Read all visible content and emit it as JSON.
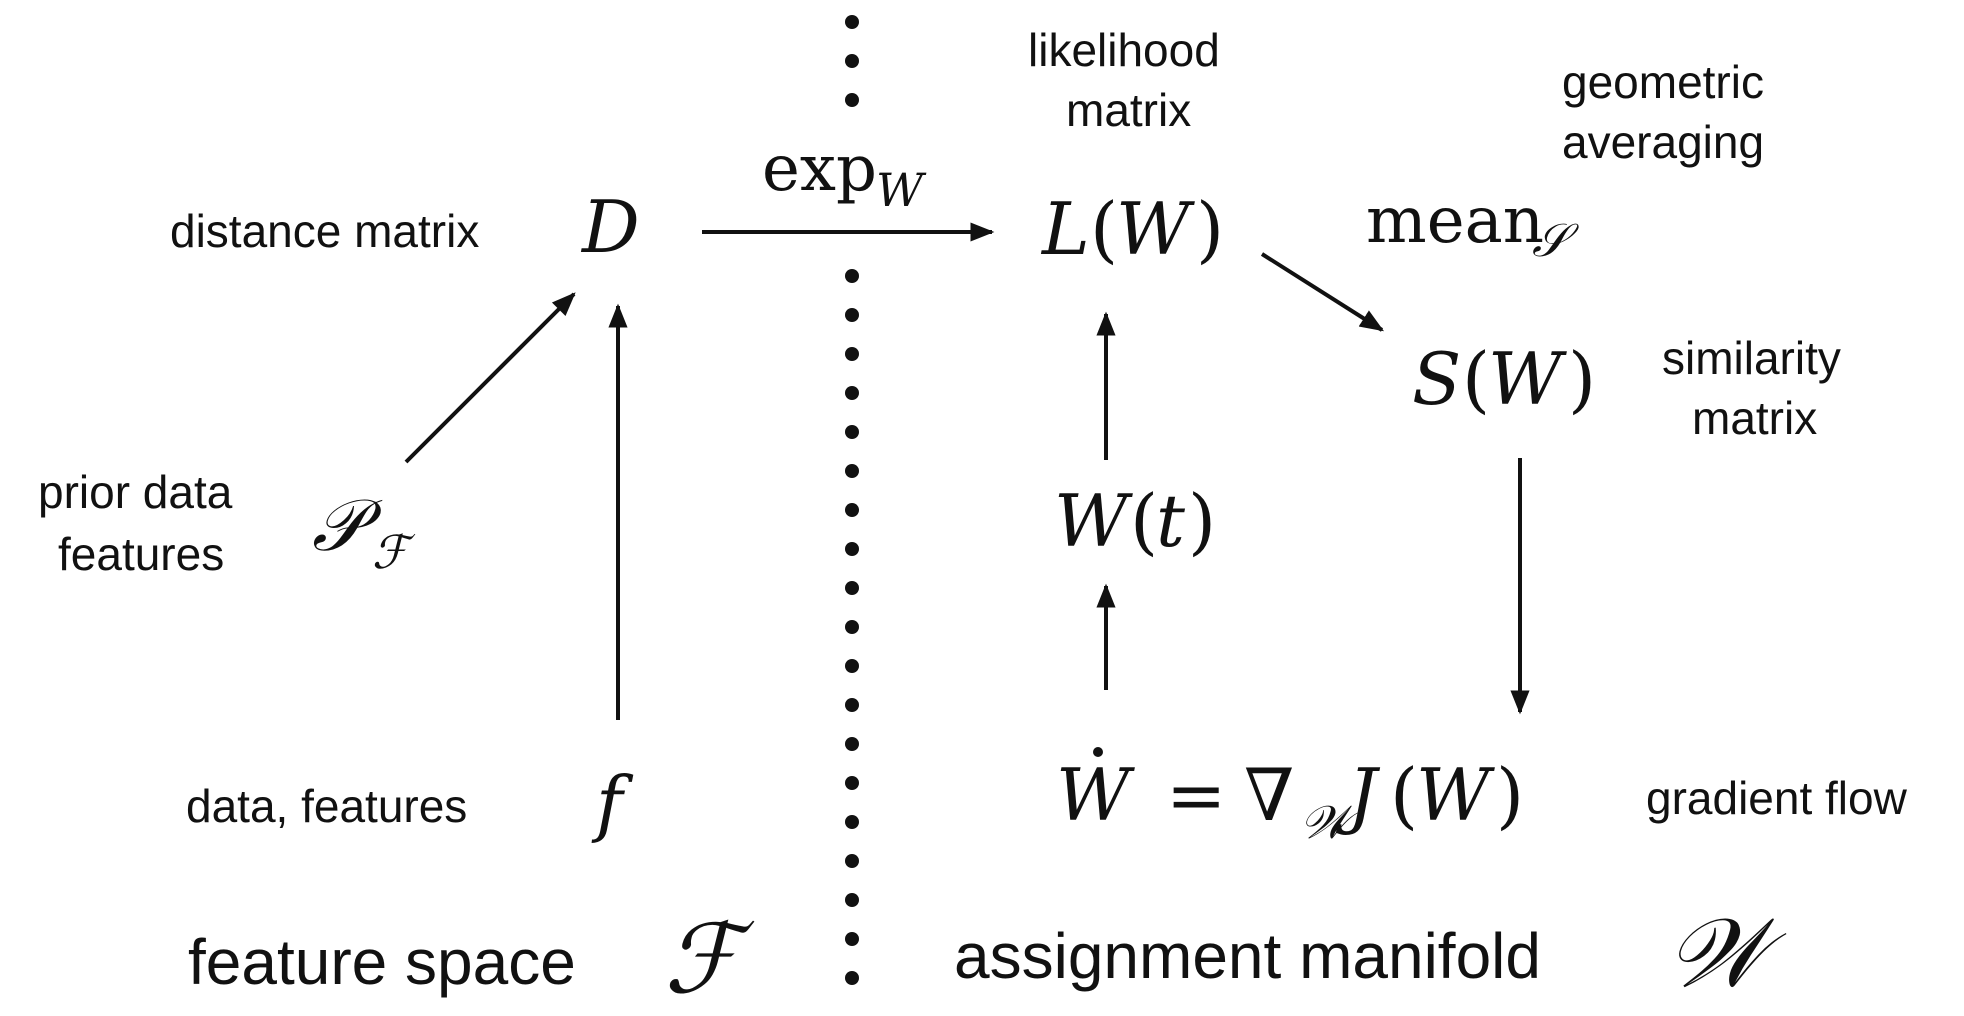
{
  "labels": {
    "distance_matrix": "distance matrix",
    "likelihood_line1": "likelihood",
    "likelihood_line2": "matrix",
    "geometric_line1": "geometric",
    "geometric_line2": "averaging",
    "similarity_line1": "similarity",
    "similarity_line2": "matrix",
    "prior_line1": "prior data",
    "prior_line2": "features",
    "data_features": "data, features",
    "gradient_flow": "gradient flow",
    "feature_space": "feature space",
    "assignment_manifold": "assignment manifold"
  },
  "math": {
    "D": "D",
    "exp": "exp",
    "exp_sub": "W",
    "L_sym": "L",
    "L_arg": "W",
    "mean": "mean",
    "mean_sub": "𝒮",
    "S_sym": "S",
    "S_arg": "W",
    "P_sym": "𝒫",
    "P_sub": "ℱ",
    "Wt_sym": "W",
    "Wt_arg": "t",
    "f": "f",
    "Wdot": "W",
    "equals": "=",
    "nabla": "∇",
    "nabla_sub": "𝒲",
    "J": "J",
    "J_arg": "W",
    "F_space": "ℱ",
    "W_manifold": "𝒲"
  },
  "colors": {
    "ink": "#111111",
    "background": "#ffffff"
  }
}
